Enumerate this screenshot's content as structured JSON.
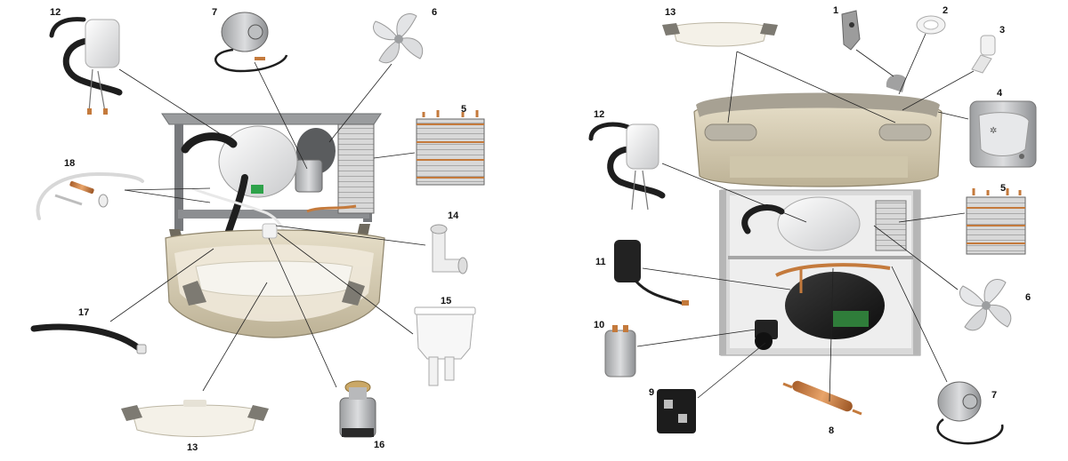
{
  "callouts": {
    "left": {
      "c12": "12",
      "c7": "7",
      "c6": "6",
      "c5": "5",
      "c18": "18",
      "c14": "14",
      "c17": "17",
      "c15": "15",
      "c13": "13",
      "c16": "16"
    },
    "right": {
      "c13": "13",
      "c1": "1",
      "c2": "2",
      "c3": "3",
      "c4": "4",
      "c12": "12",
      "c5": "5",
      "c11": "11",
      "c6": "6",
      "c10": "10",
      "c9": "9",
      "c8": "8",
      "c7": "7"
    }
  },
  "colors": {
    "cabinet_beige": "#d9cfb4",
    "metal_grey": "#a8aaac",
    "copper": "#c47a3c",
    "hose_black": "#1e1e1e",
    "compressor_green": "#2f7d3a",
    "plastic_white": "#f3f1ea"
  },
  "icons": [
    "fan-motor-icon",
    "fan-blade-icon",
    "condenser-coil-icon",
    "cold-tank-icon",
    "tube-fitting-icon",
    "float-reservoir-icon",
    "drip-tray-icon",
    "filter-bottle-icon",
    "compressor-icon",
    "capacitor-icon",
    "relay-icon",
    "filter-drier-icon",
    "push-button-icon",
    "gasket-ring-icon",
    "elbow-fitting-icon",
    "sink-panel-icon",
    "hose-icon",
    "tubing-kit-icon",
    "overload-protector-icon"
  ]
}
